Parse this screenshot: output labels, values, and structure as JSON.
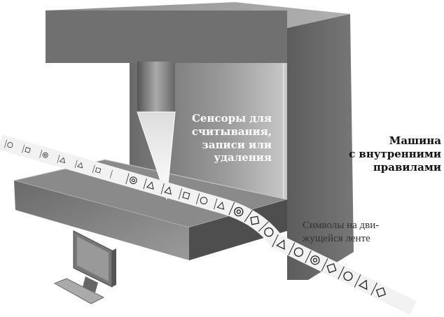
{
  "labels": {
    "sensors": [
      "Сенсоры для",
      "считывания,",
      "записи или",
      "удаления"
    ],
    "machine": [
      "Машина",
      "с внутренними",
      "правилами"
    ],
    "tape": [
      "Символы на дви-",
      "жущейся ленте"
    ]
  },
  "tape_symbols": [
    "circle",
    "square",
    "target",
    "triangle",
    "triangle",
    "square",
    "blank",
    "target",
    "triangle",
    "triangle",
    "square",
    "circle",
    "triangle",
    "target",
    "diamond",
    "circle",
    "triangle",
    "circle",
    "target",
    "diamond",
    "circle",
    "triangle",
    "diamond"
  ],
  "colors": {
    "machine_front": "#6f6f6f",
    "machine_top": "#9a9a9a",
    "machine_side": "#555555",
    "cavity": "#8a8a8a",
    "tape": "#f2f2f2"
  }
}
